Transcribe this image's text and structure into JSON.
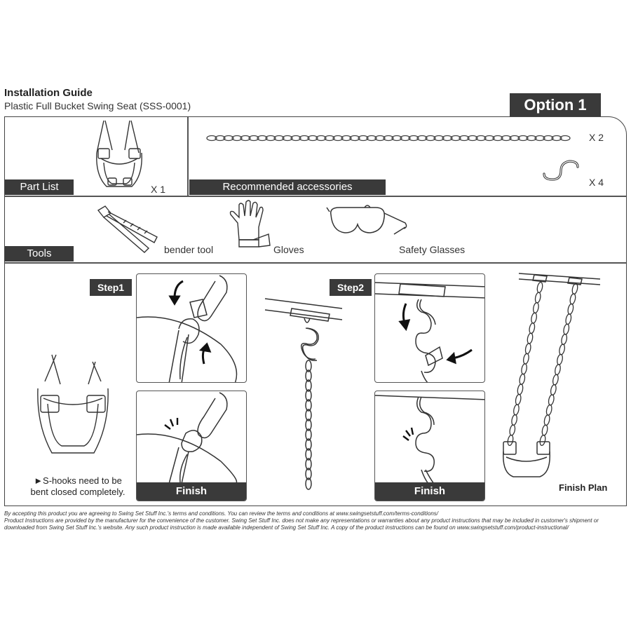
{
  "header": {
    "title": "Installation Guide",
    "subtitle": "Plastic Full Bucket Swing Seat (SSS-0001)",
    "option_label": "Option 1"
  },
  "parts": {
    "part_list_label": "Part List",
    "seat_qty": "X 1",
    "accessories_label": "Recommended accessories",
    "chain_qty": "X 2",
    "hook_qty": "X 4"
  },
  "tools": {
    "label": "Tools",
    "items": [
      {
        "label": "bender tool",
        "icon": "bender-tool-icon"
      },
      {
        "label": "Gloves",
        "icon": "gloves-icon"
      },
      {
        "label": "Safety Glasses",
        "icon": "safety-glasses-icon"
      }
    ]
  },
  "steps": {
    "step1_label": "Step1",
    "step2_label": "Step2",
    "finish_label_1": "Finish",
    "finish_label_2": "Finish",
    "note": "►S-hooks need to be bent closed completely.",
    "finish_plan_label": "Finish Plan"
  },
  "footer": {
    "line1": "By accepting this product you are agreeing to Swing Set Stuff Inc.'s terms and conditions. You can review the terms and conditions at www.swingsetstuff.com/terms-conditions/",
    "line2": "Product Instructions are provided by the manufacturer for the convenience of the customer. Swing Set Stuff Inc. does not make any representations or warranties about any product instructions that may be included in customer's shipment or downloaded from Swing Set Stuff Inc.'s website. Any such product instruction is made available independent of Swing Set Stuff Inc. A copy of the product instructions can be found on www.swingsetstuff.com/product-instructional/"
  },
  "colors": {
    "label_bg": "#3a3a3a",
    "line": "#555555",
    "ink": "#222222"
  }
}
